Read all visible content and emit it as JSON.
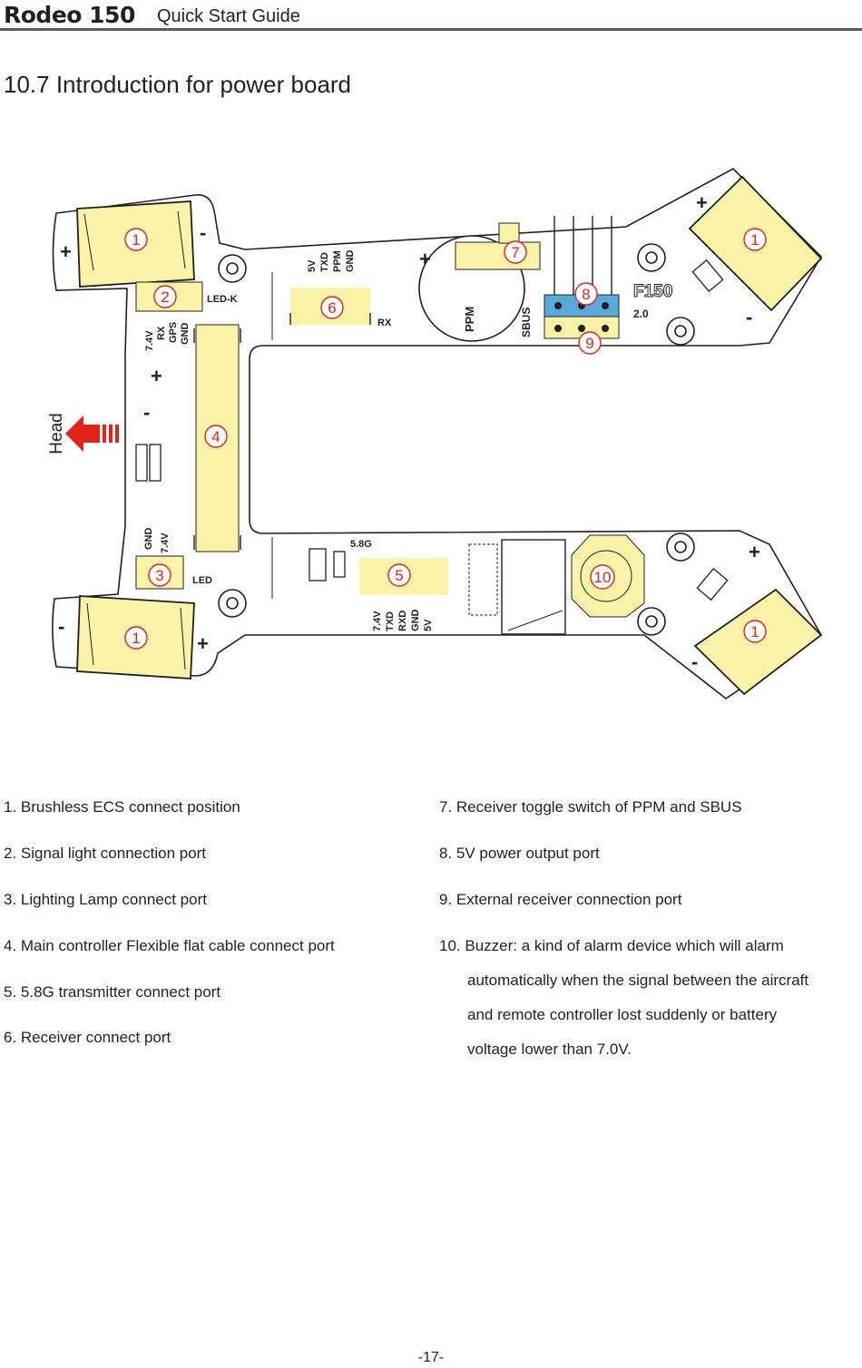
{
  "header": {
    "brand": "Rodeo 150",
    "subtitle": "Quick Start Guide"
  },
  "section_title": "10.7 Introduction for power board",
  "board": {
    "head_label": "Head",
    "model": "F150",
    "version": "2.0",
    "silkscreen": {
      "led_k": "LED-K",
      "led": "LED",
      "rx": "RX",
      "ppm": "PPM",
      "sbus": "SBUS",
      "five_eight_g": "5.8G",
      "left_pins": [
        "7.4V",
        "RX",
        "GPS",
        "GND"
      ],
      "left_bottom_pins": [
        "GND",
        "7.4V"
      ],
      "receiver_pins": [
        "5V",
        "TXD",
        "PPM",
        "GND"
      ],
      "vtx_pins": [
        "7.4V",
        "TXD",
        "RXD",
        "GND",
        "5V"
      ],
      "plus": "+",
      "minus": "-"
    },
    "callouts": [
      "1",
      "2",
      "3",
      "4",
      "5",
      "6",
      "7",
      "8",
      "9",
      "10"
    ],
    "colors": {
      "pad": "#fbf3a8",
      "pad_border": "#3a3a3a",
      "switch": "#5aa9dc",
      "arrow": "#e2231a",
      "callout": "#e2231a"
    }
  },
  "legend_left": [
    "1. Brushless ECS connect position",
    "2. Signal light connection port",
    "3. Lighting Lamp connect port",
    "4. Main controller Flexible flat cable connect port",
    "5. 5.8G transmitter connect port",
    "6. Receiver connect port"
  ],
  "legend_right": [
    "7. Receiver toggle switch of PPM and SBUS",
    "8. 5V power output port",
    "9. External receiver connection port",
    "10. Buzzer: a kind of alarm device which will alarm",
    "automatically when the signal between the aircraft",
    "and remote controller lost suddenly or battery",
    "voltage lower than 7.0V."
  ],
  "page_number": "-17-"
}
